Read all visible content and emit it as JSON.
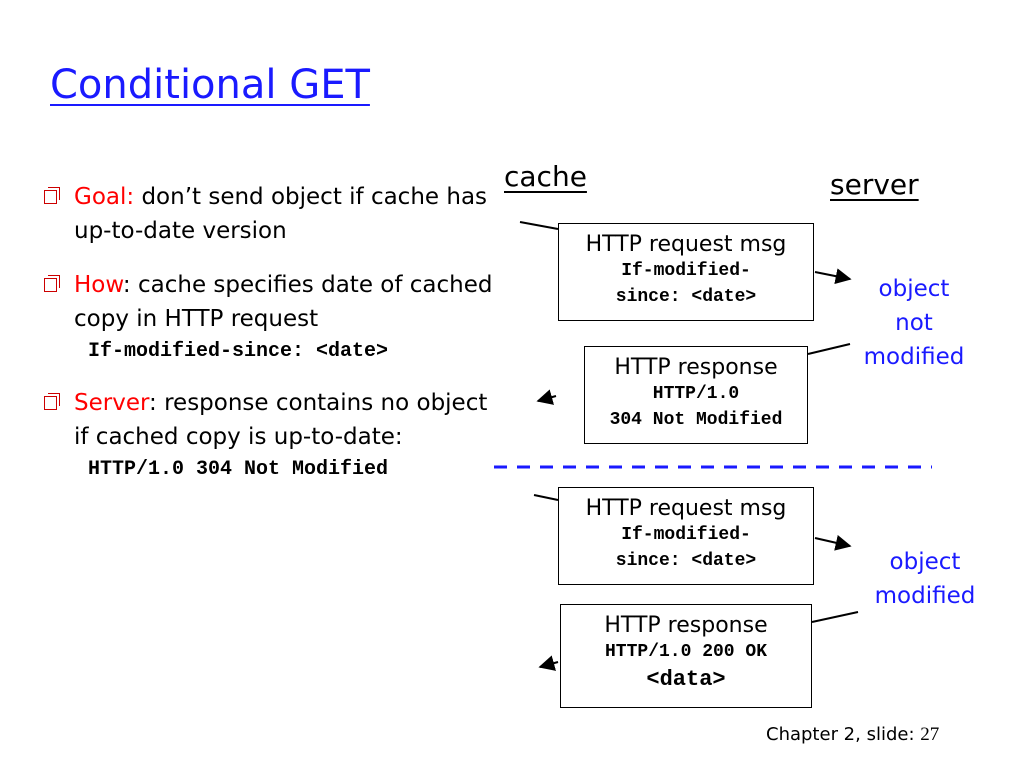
{
  "title": "Conditional GET",
  "bullets": [
    {
      "keyword": "Goal:",
      "text": " don’t send object if cache has up-to-date version",
      "code": ""
    },
    {
      "keyword": "How",
      "text": ": cache specifies date of cached copy in HTTP request",
      "code": "If-modified-since: <date>"
    },
    {
      "keyword": "Server",
      "text": ": response contains no object if cached copy is up-to-date:",
      "code": "HTTP/1.0 304 Not Modified"
    }
  ],
  "headers": {
    "cache": "cache",
    "server": "server"
  },
  "boxes": {
    "req1": {
      "title": "HTTP request msg",
      "line1": "If-modified-",
      "line2": "since: <date>"
    },
    "resp1": {
      "title": "HTTP response",
      "line1": "HTTP/1.0",
      "line2": "304 Not Modified"
    },
    "req2": {
      "title": "HTTP request msg",
      "line1": "If-modified-",
      "line2": "since: <date>"
    },
    "resp2": {
      "title": "HTTP response",
      "line1": "HTTP/1.0 200 OK",
      "line2": "<data>"
    }
  },
  "notes": {
    "not_modified": [
      "object",
      "not",
      "modified"
    ],
    "modified": [
      "object",
      "modified"
    ]
  },
  "footer": {
    "label": "Chapter 2, slide:",
    "number": "27"
  }
}
